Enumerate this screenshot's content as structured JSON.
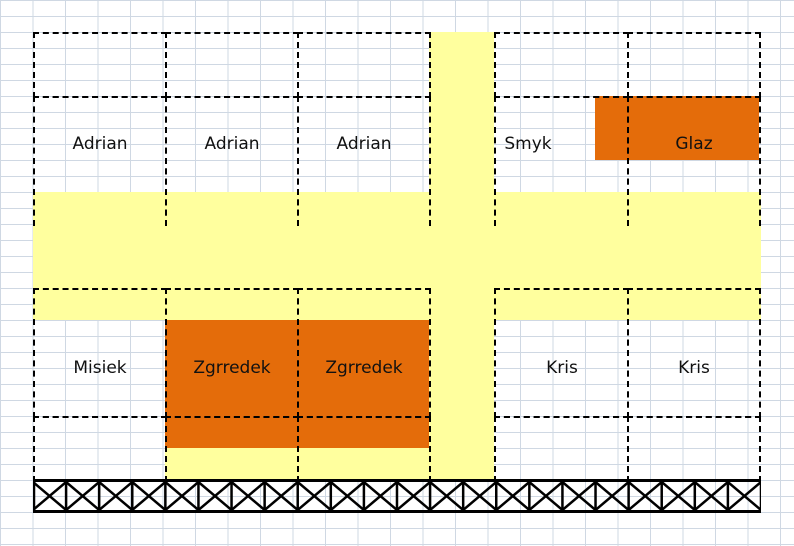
{
  "colors": {
    "road": "#ffff9e",
    "highlight": "#e46c0a"
  },
  "plots": {
    "top": [
      "Adrian",
      "Adrian",
      "Adrian",
      "Smyk",
      "Glaz"
    ],
    "bottom": [
      "Misiek",
      "Zgrredek",
      "Zgrredek",
      "Kris",
      "Kris"
    ]
  },
  "highlighted": [
    "Glaz",
    "Zgrredek"
  ]
}
